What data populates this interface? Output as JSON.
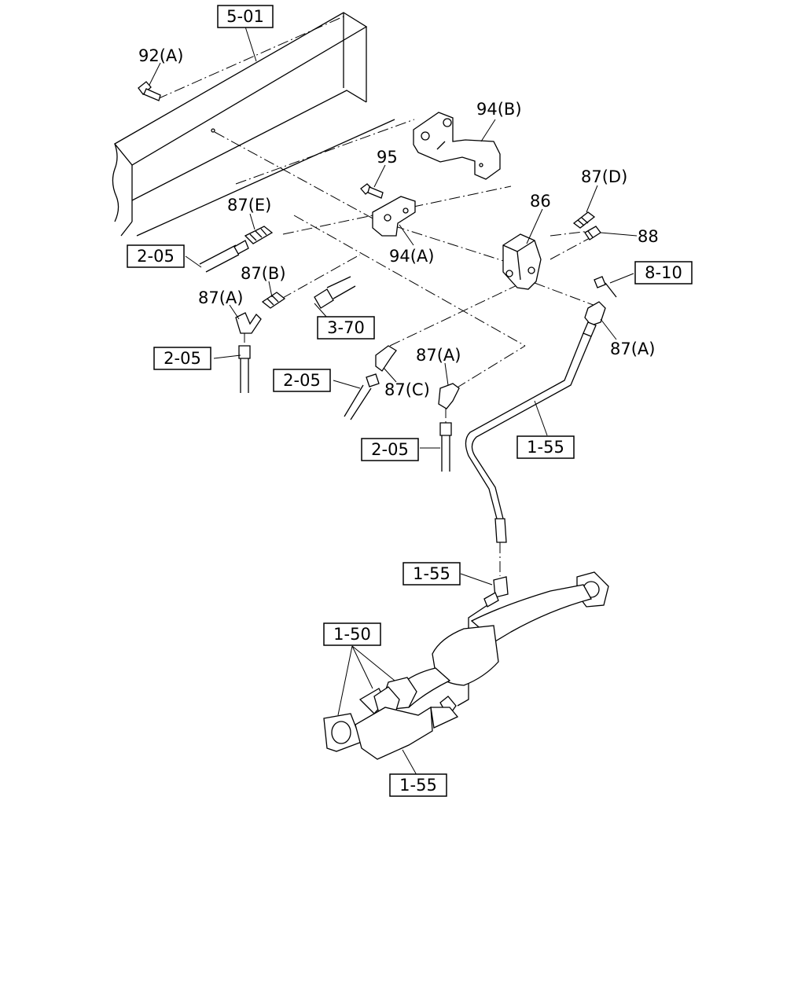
{
  "labels": {
    "ref_5_01": "5-01",
    "part_92a": "92(A)",
    "part_94b": "94(B)",
    "part_95": "95",
    "part_94a": "94(A)",
    "part_86": "86",
    "part_87d": "87(D)",
    "part_88": "88",
    "part_87e": "87(E)",
    "ref_2_05_a": "2-05",
    "part_87b": "87(B)",
    "part_87a_left": "87(A)",
    "ref_8_10": "8-10",
    "ref_3_70": "3-70",
    "ref_2_05_b": "2-05",
    "part_87a_right": "87(A)",
    "part_87a_mid": "87(A)",
    "ref_2_05_c": "2-05",
    "part_87c": "87(C)",
    "ref_1_55_a": "1-55",
    "ref_2_05_d": "2-05",
    "ref_1_55_b": "1-55",
    "ref_1_50": "1-50",
    "ref_1_55_c": "1-55"
  }
}
